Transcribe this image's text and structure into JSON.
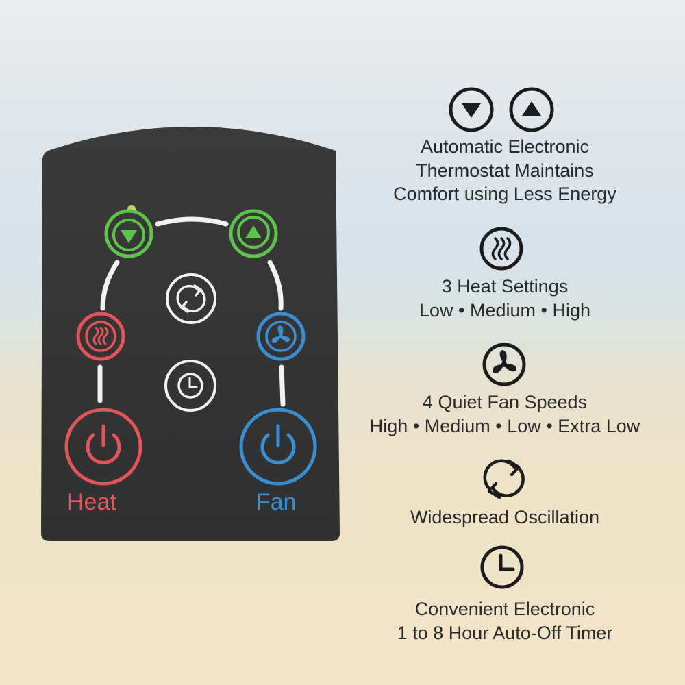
{
  "control_panel": {
    "heat_label": "Heat",
    "fan_label": "Fan",
    "colors": {
      "panel": "#353535",
      "green": "#5dc34a",
      "red": "#e4545a",
      "blue": "#3a8fd4",
      "white": "#f2f2f2"
    },
    "buttons": [
      {
        "icon": "down-arrow-icon",
        "color": "green"
      },
      {
        "icon": "up-arrow-icon",
        "color": "green"
      },
      {
        "icon": "oscillation-icon",
        "color": "white"
      },
      {
        "icon": "heat-waves-icon",
        "color": "red"
      },
      {
        "icon": "fan-icon",
        "color": "blue"
      },
      {
        "icon": "timer-clock-icon",
        "color": "white"
      },
      {
        "icon": "heat-power-icon",
        "color": "red"
      },
      {
        "icon": "fan-power-icon",
        "color": "blue"
      }
    ]
  },
  "features": [
    {
      "icons": [
        "down-arrow-icon",
        "up-arrow-icon"
      ],
      "lines": [
        "Automatic Electronic",
        "Thermostat Maintains",
        "Comfort using Less Energy"
      ]
    },
    {
      "icons": [
        "heat-waves-icon"
      ],
      "lines": [
        "3 Heat Settings",
        "Low • Medium • High"
      ]
    },
    {
      "icons": [
        "fan-icon"
      ],
      "lines": [
        "4 Quiet Fan Speeds",
        "High • Medium • Low • Extra Low"
      ]
    },
    {
      "icons": [
        "oscillation-icon"
      ],
      "lines": [
        "Widespread Oscillation"
      ]
    },
    {
      "icons": [
        "timer-clock-icon"
      ],
      "lines": [
        "Convenient Electronic",
        "1 to 8 Hour Auto-Off Timer"
      ]
    }
  ]
}
